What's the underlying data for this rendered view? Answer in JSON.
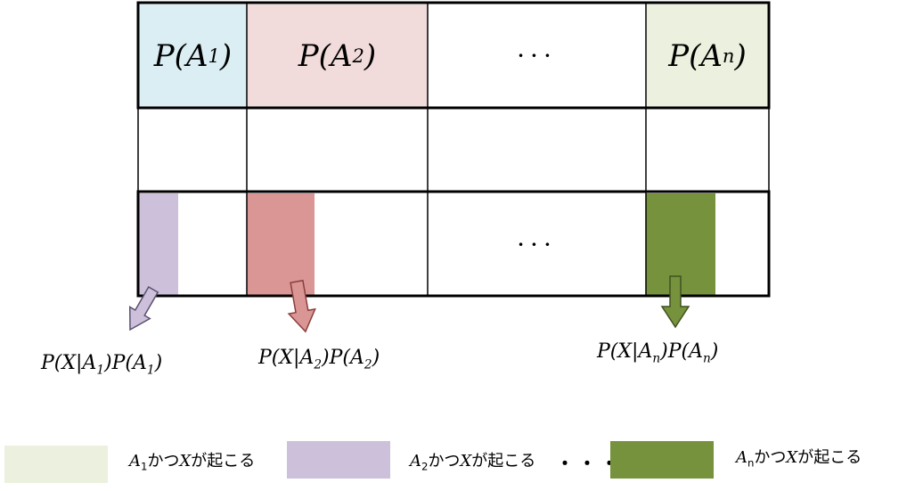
{
  "top_row": {
    "cells": [
      {
        "base": "P(A",
        "sub": "1",
        "tail": ")",
        "color": "#daeef3"
      },
      {
        "base": "P(A",
        "sub": "2",
        "tail": ")",
        "color": "#f2dcdb"
      },
      {
        "text": "···"
      },
      {
        "base": "P(A",
        "sub": "n",
        "tail": ")",
        "color": "#ebf1de"
      }
    ]
  },
  "bottom_row": {
    "dots": "···",
    "bars": [
      {
        "color": "#ccc0da"
      },
      {
        "color": "#da9694"
      },
      {
        "color": "#76923c"
      }
    ]
  },
  "formulas": [
    {
      "p1": "P(X|A",
      "s1": "1",
      "p2": ")P(A",
      "s2": "1",
      "p3": ")"
    },
    {
      "p1": "P(X|A",
      "s1": "2",
      "p2": ")P(A",
      "s2": "2",
      "p3": ")"
    },
    {
      "p1": "P(X|A",
      "s1": "n",
      "p2": ")P(A",
      "s2": "n",
      "p3": ")"
    }
  ],
  "legend": {
    "items": [
      {
        "var": "A",
        "sub": "1",
        "mid": "かつ",
        "x": "X",
        "end": "が起こる",
        "color": "#ebf1de"
      },
      {
        "var": "A",
        "sub": "2",
        "mid": "かつ",
        "x": "X",
        "end": "が起こる",
        "color": "#ccc0da"
      },
      {
        "var": "A",
        "sub": "n",
        "mid": "かつ",
        "x": "X",
        "end": "が起こる",
        "color": "#76923c"
      }
    ],
    "dots": "・・・"
  }
}
